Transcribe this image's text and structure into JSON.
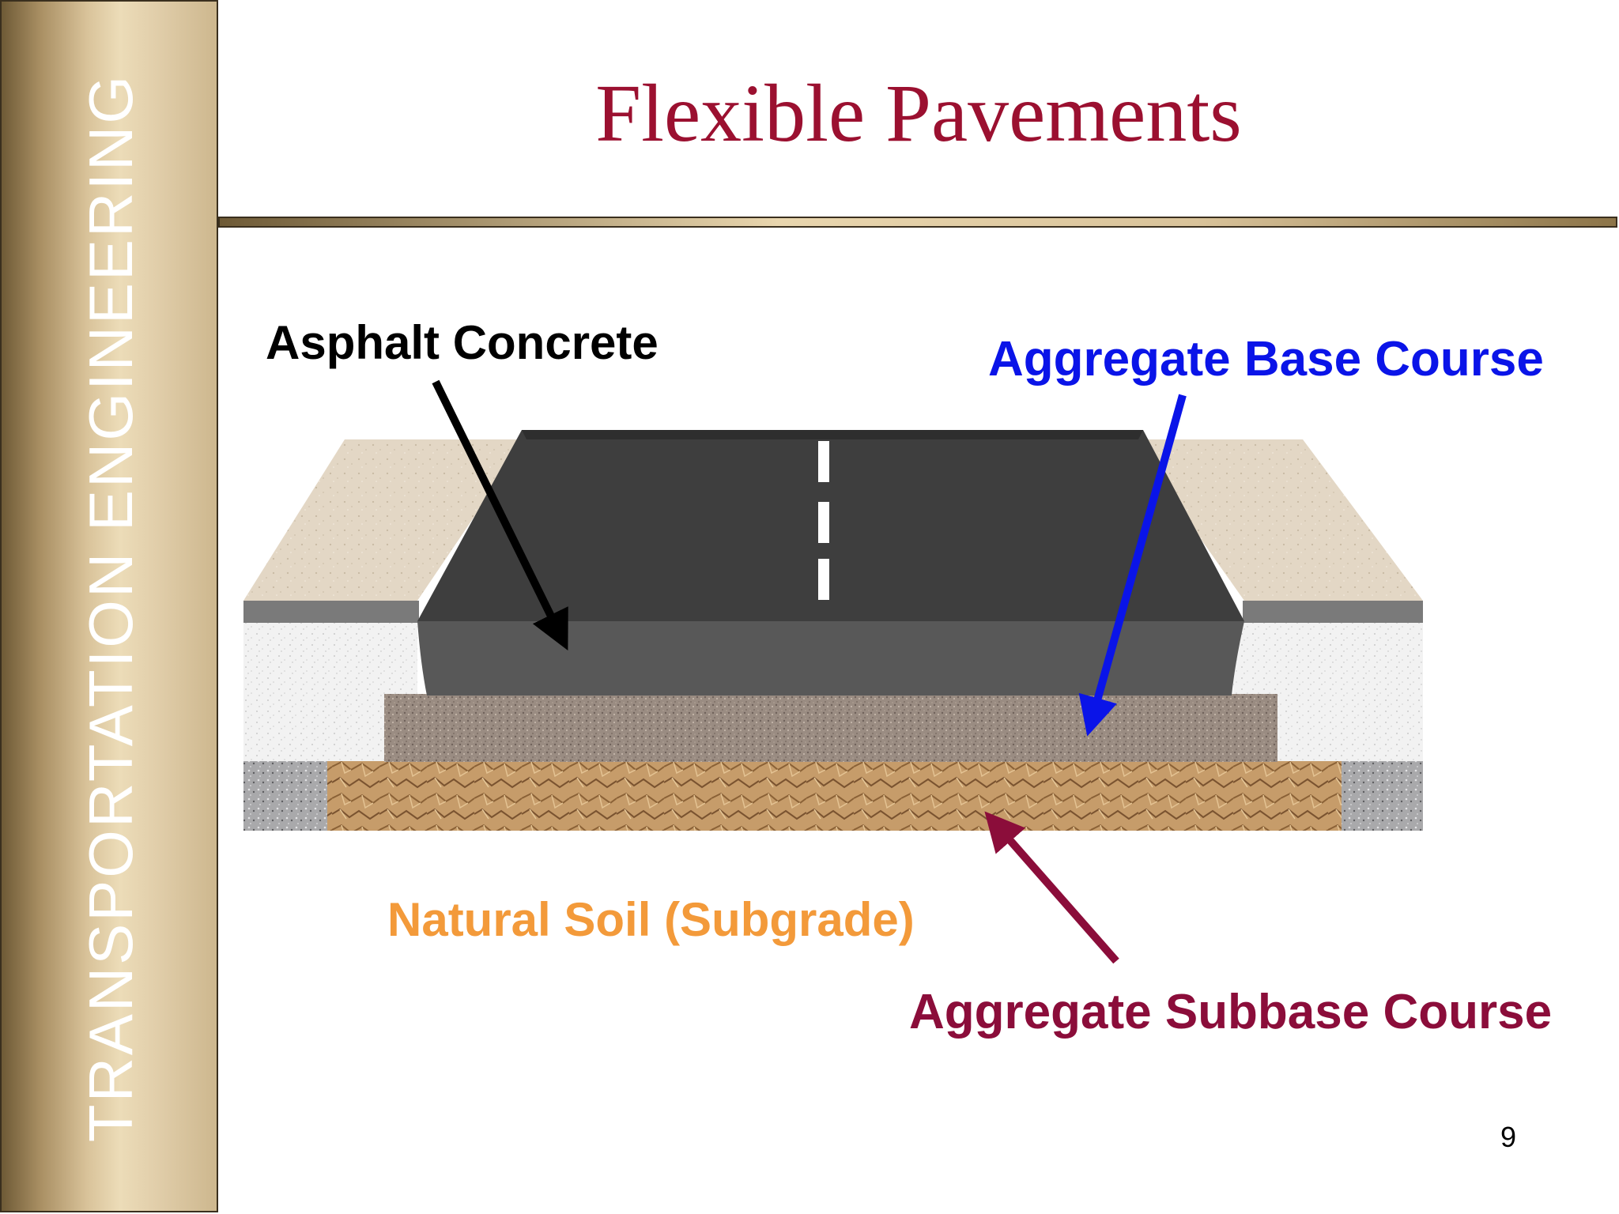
{
  "slide": {
    "title": "Flexible Pavements",
    "side_banner": "TRANSPORTATION ENGINEERING",
    "page_number": "9"
  },
  "diagram": {
    "labels": {
      "asphalt_concrete": "Asphalt Concrete",
      "aggregate_base_course": "Aggregate Base Course",
      "natural_soil": "Natural Soil (Subgrade)",
      "aggregate_subbase_course": "Aggregate Subbase Course"
    },
    "colors": {
      "title": "#9b1030",
      "asphalt_arrow": "#000000",
      "base_arrow": "#0a14e8",
      "soil_label": "#f39a3a",
      "subbase_arrow": "#8b0d3a",
      "asphalt_surface": "#3e3e3e",
      "asphalt_side": "#585858",
      "shoulder": "#e2d6c4",
      "base_layer": "#9d8f86",
      "subbase_layer": "#c49b6c",
      "fill_gray": "#f0f0f0"
    }
  }
}
